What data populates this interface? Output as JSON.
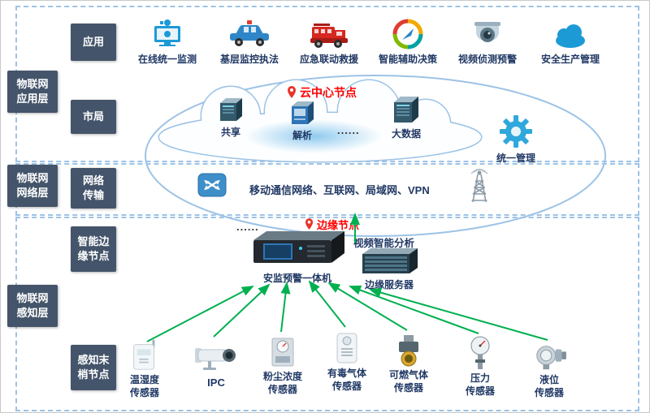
{
  "diagram": {
    "layer_labels": [
      "物联网\n应用层",
      "物联网\n网络层",
      "物联网\n感知层"
    ],
    "row_labels": [
      "应用",
      "市局",
      "网络\n传输",
      "智能边\n缘节点",
      "感知末\n梢节点"
    ]
  },
  "applications": [
    {
      "label": "在线统一监测",
      "icon": "monitor-camera-icon"
    },
    {
      "label": "基层监控执法",
      "icon": "police-car-icon"
    },
    {
      "label": "应急联动救援",
      "icon": "fire-truck-icon"
    },
    {
      "label": "智能辅助决策",
      "icon": "compass-icon"
    },
    {
      "label": "视频侦测预警",
      "icon": "dome-camera-icon"
    },
    {
      "label": "安全生产管理",
      "icon": "cloud-icon"
    }
  ],
  "cloud": {
    "title": "云中心节点",
    "nodes": [
      "共享",
      "解析",
      "......",
      "大数据"
    ],
    "management_label": "统一管理"
  },
  "network": {
    "label": "移动通信网络、互联网、局域网、VPN",
    "icons": [
      "switch-icon",
      "cell-tower-icon"
    ]
  },
  "edge": {
    "title": "边缘节点",
    "ellipsis": "......",
    "machine_label": "安监预警一体机",
    "analysis_label": "视频智能分析",
    "server_label": "边缘服务器"
  },
  "sensors": [
    {
      "label": "温湿度\n传感器",
      "icon": "temp-humidity-sensor-icon"
    },
    {
      "label": "IPC",
      "icon": "ip-camera-icon"
    },
    {
      "label": "粉尘浓度\n传感器",
      "icon": "dust-sensor-icon"
    },
    {
      "label": "有毒气体\n传感器",
      "icon": "toxic-gas-sensor-icon"
    },
    {
      "label": "可燃气体\n传感器",
      "icon": "combustible-gas-sensor-icon"
    },
    {
      "label": "压力\n传感器",
      "icon": "pressure-sensor-icon"
    },
    {
      "label": "液位\n传感器",
      "icon": "liquid-level-sensor-icon"
    }
  ],
  "colors": {
    "layer_box": "#44546A",
    "accent_red": "#FF0000",
    "arrow_green": "#00B050",
    "band_border": "#9DC3E6",
    "text_dark": "#203864"
  }
}
